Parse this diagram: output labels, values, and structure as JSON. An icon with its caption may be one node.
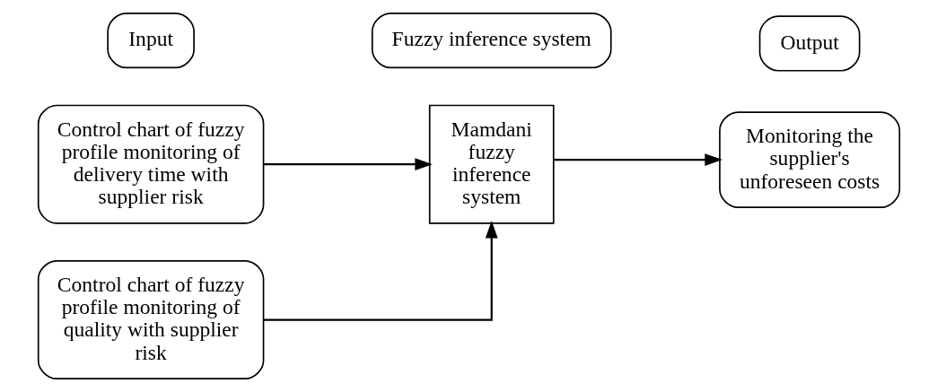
{
  "diagram": {
    "nodes": [
      {
        "text": [
          "Input"
        ]
      },
      {
        "text": [
          "Fuzzy inference system"
        ]
      },
      {
        "text": [
          "Output"
        ]
      },
      {
        "text": [
          "Control chart of fuzzy profile monitoring of delivery time with supplier risk"
        ]
      },
      {
        "text": [
          "Control chart of fuzzy profile monitoring of quality with supplier risk"
        ]
      },
      {
        "text": [
          "Mamdani fuzzy inference system"
        ]
      },
      {
        "text": [
          "Monitoring the supplier's unforeseen costs"
        ]
      }
    ],
    "edges": [
      {
        "from": 3,
        "to": 5,
        "arrow": "to"
      },
      {
        "from": 4,
        "to": 5,
        "arrow": "to"
      },
      {
        "from": 5,
        "to": 6,
        "arrow": "to"
      }
    ]
  }
}
